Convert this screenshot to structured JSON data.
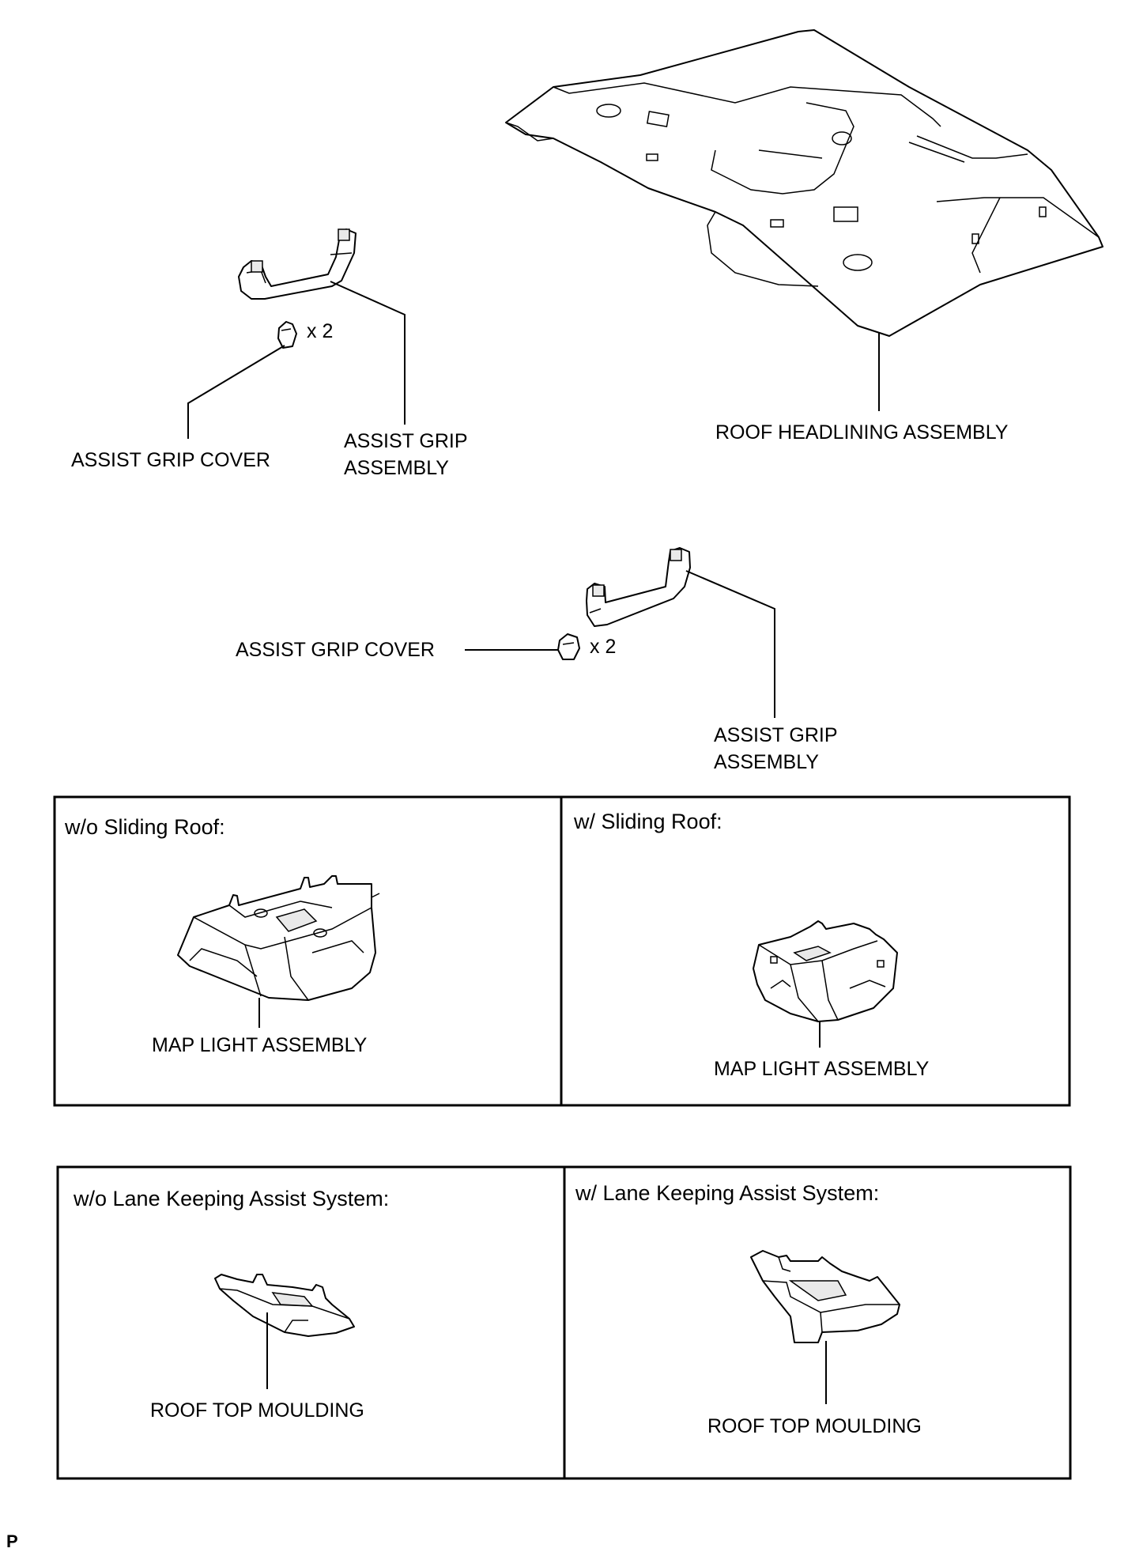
{
  "top": {
    "roof_headlining_label": "ROOF HEADLINING ASSEMBLY",
    "rear_assist_grip_cover_label": "ASSIST GRIP COVER",
    "rear_assist_grip_line1": "ASSIST GRIP",
    "rear_assist_grip_line2": "ASSEMBLY",
    "rear_cover_qty": "x 2",
    "front_assist_grip_cover_label": "ASSIST GRIP COVER",
    "front_assist_grip_line1": "ASSIST GRIP",
    "front_assist_grip_line2": "ASSEMBLY",
    "front_cover_qty": "x 2"
  },
  "map_light_box": {
    "left_caption": "w/o Sliding Roof:",
    "left_part_label": "MAP LIGHT ASSEMBLY",
    "right_caption": "w/ Sliding Roof:",
    "right_part_label": "MAP LIGHT ASSEMBLY"
  },
  "moulding_box": {
    "left_caption": "w/o Lane Keeping Assist System:",
    "left_part_label": "ROOF TOP MOULDING",
    "right_caption": "w/ Lane Keeping Assist System:",
    "right_part_label": "ROOF TOP MOULDING"
  },
  "footer": {
    "code": "P"
  }
}
